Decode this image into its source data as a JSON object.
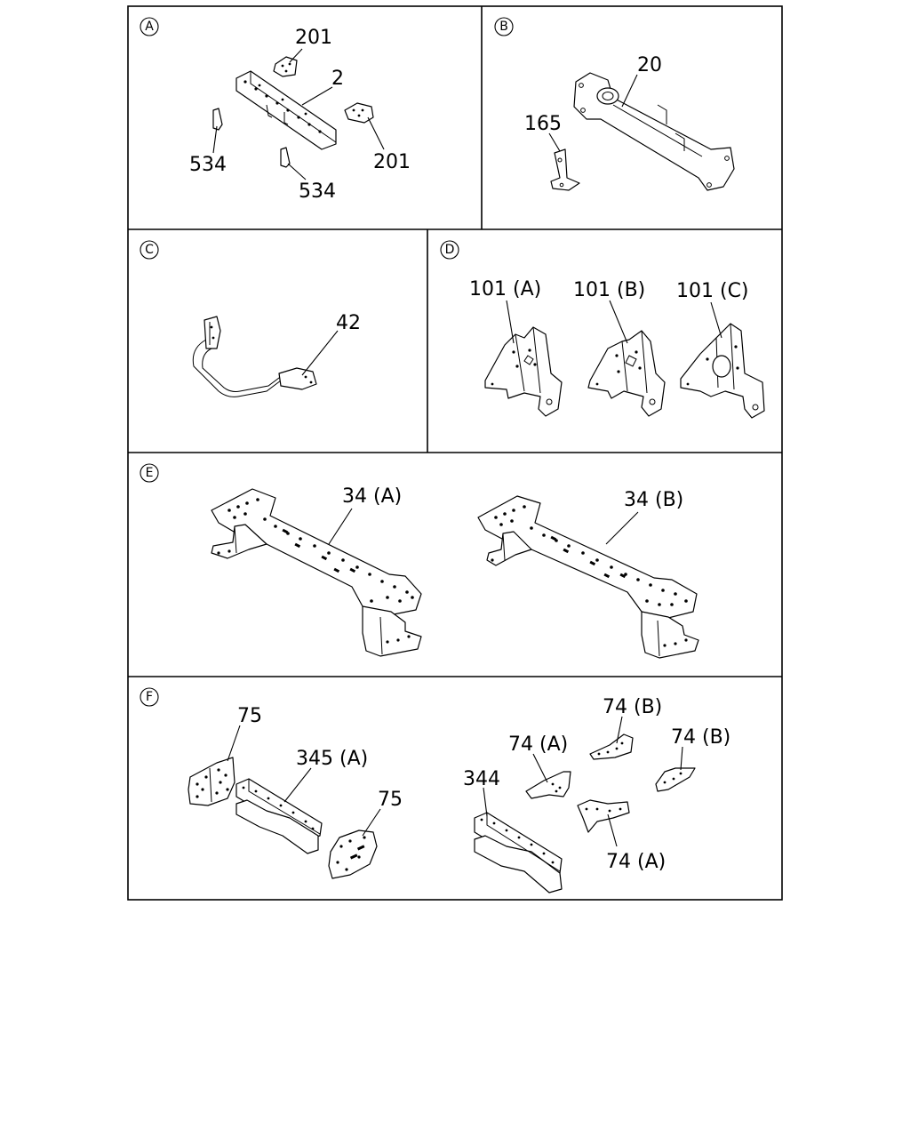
{
  "panels": {
    "A": {
      "letter": "A",
      "labels": {
        "p201_top": "201",
        "p2": "2",
        "p201_right": "201",
        "p534_left": "534",
        "p534_mid": "534"
      }
    },
    "B": {
      "letter": "B",
      "labels": {
        "p20": "20",
        "p165": "165"
      }
    },
    "C": {
      "letter": "C",
      "labels": {
        "p42": "42"
      }
    },
    "D": {
      "letter": "D",
      "labels": {
        "p101a": "101 (A)",
        "p101b": "101 (B)",
        "p101c": "101 (C)"
      }
    },
    "E": {
      "letter": "E",
      "labels": {
        "p34a": "34 (A)",
        "p34b": "34 (B)"
      }
    },
    "F": {
      "letter": "F",
      "labels": {
        "p75_left": "75",
        "p345a": "345 (A)",
        "p75_right": "75",
        "p344": "344",
        "p74a_top": "74 (A)",
        "p74b_top": "74 (B)",
        "p74b_right": "74 (B)",
        "p74a_bottom": "74 (A)"
      }
    }
  }
}
